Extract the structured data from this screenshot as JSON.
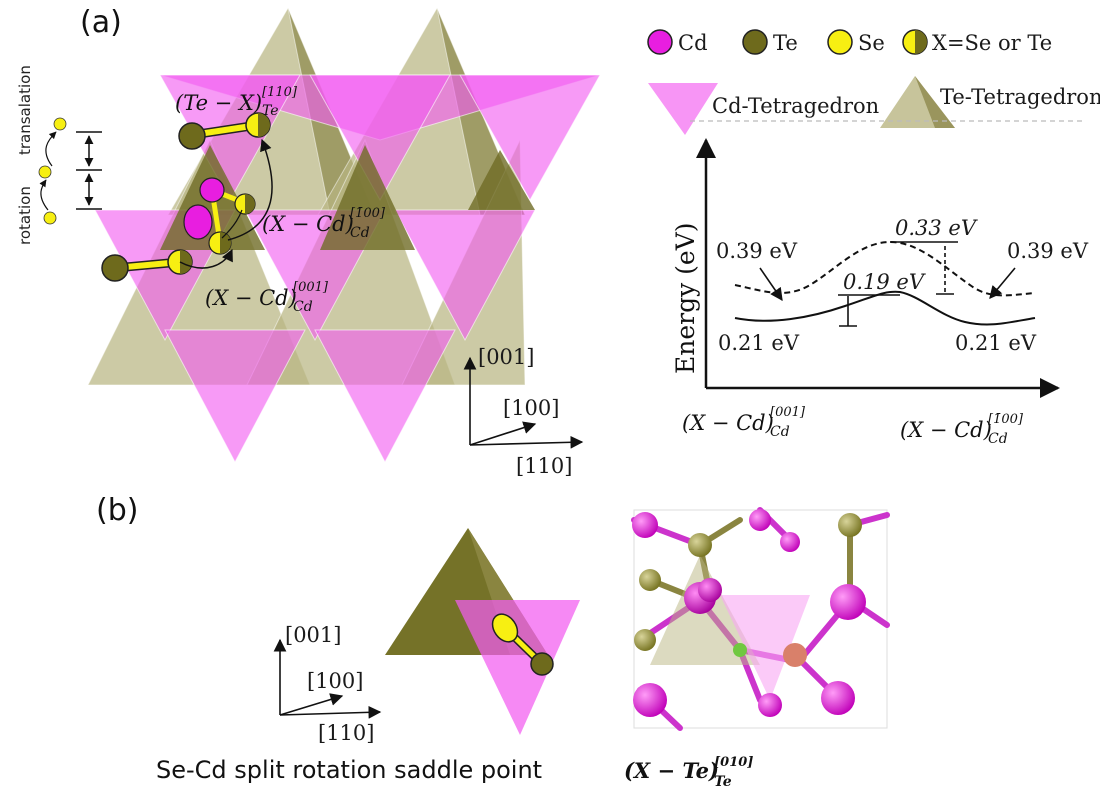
{
  "panel_a_label": "(a)",
  "panel_b_label": "(b)",
  "legend": {
    "atoms": [
      {
        "name": "Cd",
        "color": "#e81ee0"
      },
      {
        "name": "Te",
        "color": "#6e6a1c"
      },
      {
        "name": "Se",
        "color": "#f7ef12"
      },
      {
        "name": "X=Se or Te",
        "color": "#f7ef12"
      }
    ],
    "tetrahedra": [
      {
        "name": "Cd-Tetragedron",
        "color": "#ff7cf4"
      },
      {
        "name": "Te-Tetragedron",
        "color": "#c9c69a"
      }
    ]
  },
  "side_labels": {
    "translation": "transalation",
    "rotation": "rotation"
  },
  "defects": {
    "te_x": {
      "base": "(Te − X)",
      "sub": "Te",
      "sup": "[110]"
    },
    "x_cd_100": {
      "base": "(X − Cd)",
      "sub": "Cd",
      "sup": "[1̄00]"
    },
    "x_cd_001": {
      "base": "(X − Cd)",
      "sub": "Cd",
      "sup": "[001]"
    },
    "x_te_010": {
      "base": "(X − Te)",
      "sub": "Te",
      "sup": "[010]"
    }
  },
  "axes_a": {
    "z": "[001]",
    "y": "[100]",
    "x": "[110]"
  },
  "axes_b": {
    "z": "[001]",
    "y": "[100]",
    "x": "[110]"
  },
  "energy_diagram": {
    "ylabel": "Energy (eV)",
    "left_upper": "0.39 eV",
    "right_upper": "0.39 eV",
    "left_lower": "0.21 eV",
    "right_lower": "0.21 eV",
    "barrier_upper": "0.33 eV",
    "barrier_lower": "0.19 eV",
    "x_left": {
      "base": "(X − Cd)",
      "sub": "Cd",
      "sup": "[001]"
    },
    "x_right": {
      "base": "(X − Cd)",
      "sub": "Cd",
      "sup": "[1̄00]"
    }
  },
  "caption_b": "Se-Cd split rotation saddle point"
}
